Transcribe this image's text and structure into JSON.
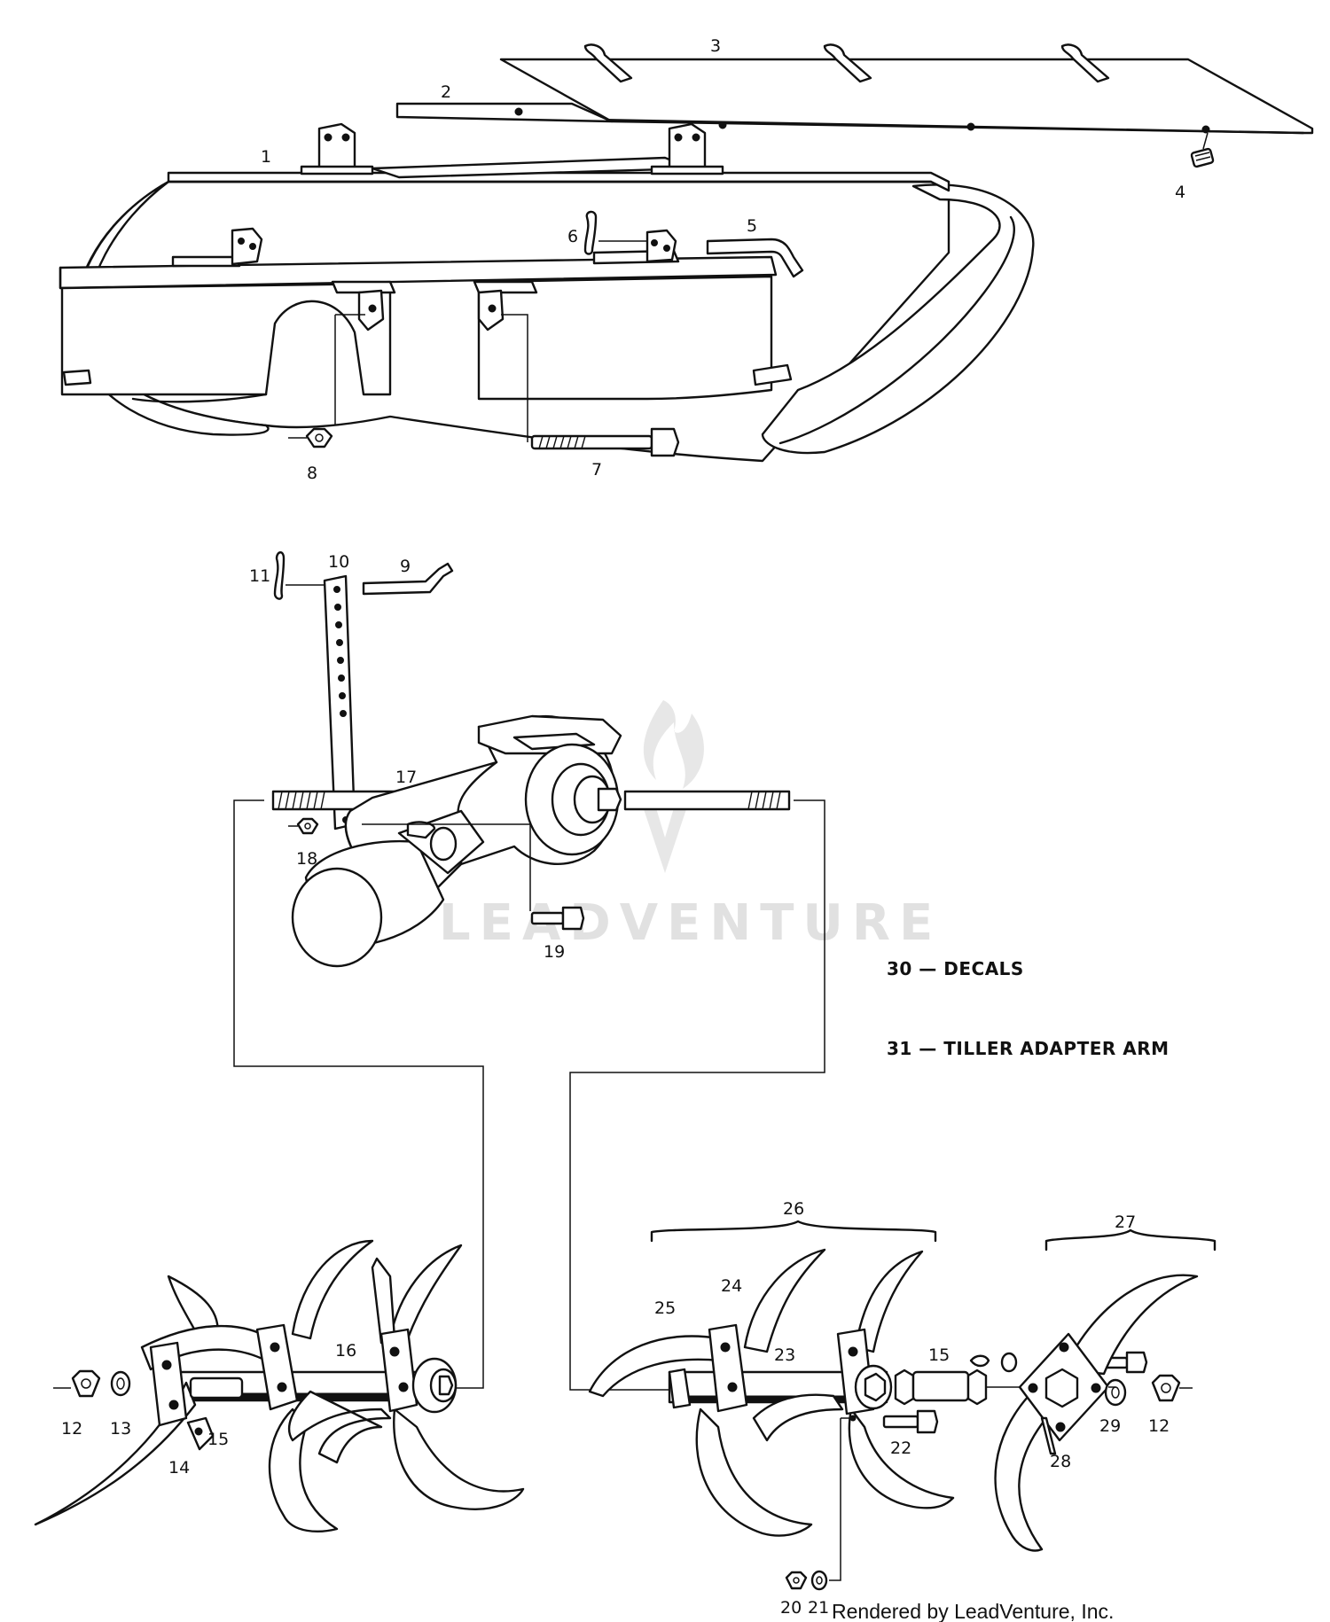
{
  "callouts": {
    "c1": "1",
    "c2": "2",
    "c3": "3",
    "c4": "4",
    "c5": "5",
    "c6": "6",
    "c7": "7",
    "c8": "8",
    "c9": "9",
    "c10": "10",
    "c11": "11",
    "c12a": "12",
    "c12b": "12",
    "c13": "13",
    "c14": "14",
    "c15a": "15",
    "c15b": "15",
    "c16": "16",
    "c17": "17",
    "c18": "18",
    "c19": "19",
    "c20": "20",
    "c21": "21",
    "c22": "22",
    "c23": "23",
    "c24": "24",
    "c25": "25",
    "c26": "26",
    "c27": "27",
    "c28": "28",
    "c29": "29"
  },
  "notes": {
    "decals": "30 — DECALS",
    "adapter_arm": "31 — TILLER ADAPTER ARM"
  },
  "watermark": "LEADVENTURE",
  "credit": "Rendered by LeadVenture, Inc."
}
